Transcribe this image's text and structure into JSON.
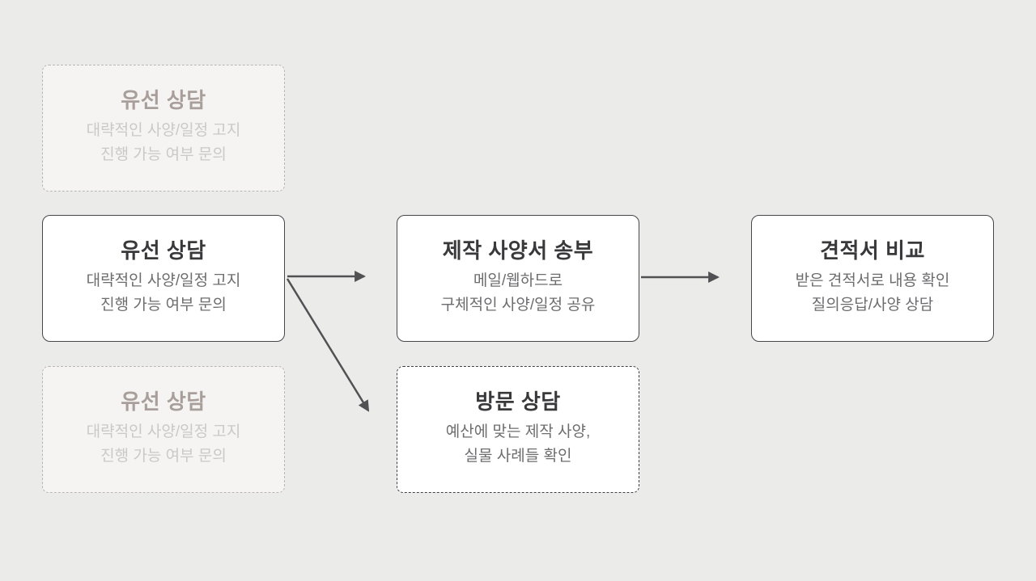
{
  "diagram": {
    "boxes": {
      "ghost_top": {
        "title": "유선 상담",
        "line1": "대략적인 사양/일정 고지",
        "line2": "진행 가능 여부 문의"
      },
      "phone": {
        "title": "유선 상담",
        "line1": "대략적인 사양/일정 고지",
        "line2": "진행 가능 여부 문의"
      },
      "ghost_bottom": {
        "title": "유선 상담",
        "line1": "대략적인 사양/일정 고지",
        "line2": "진행 가능 여부 문의"
      },
      "spec": {
        "title": "제작 사양서 송부",
        "line1": "메일/웹하드로",
        "line2": "구체적인 사양/일정 공유"
      },
      "visit": {
        "title": "방문 상담",
        "line1": "예산에 맞는 제작 사양,",
        "line2": "실물 사례들 확인"
      },
      "quote": {
        "title": "견적서 비교",
        "line1": "받은 견적서로 내용 확인",
        "line2": "질의응답/사양 상담"
      }
    },
    "colors": {
      "background": "#ebebea",
      "box_fill": "#ffffff",
      "box_border": "#47474a",
      "title_text": "#39393b",
      "subtitle_text": "#6d6d6f",
      "ghost_fill": "#f5f4f3",
      "ghost_border": "#b9b5b2",
      "ghost_title": "#a89f9b",
      "ghost_subtitle": "#cbc8c5",
      "arrow": "#515153"
    }
  }
}
